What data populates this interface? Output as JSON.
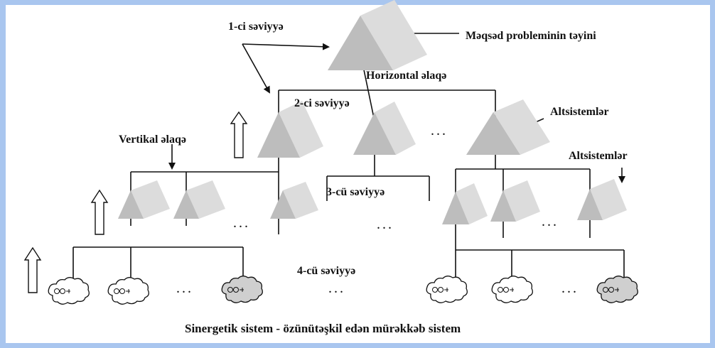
{
  "labels": {
    "level1": "1-ci səviyyə",
    "goal": "Məqsəd probleminin təyini",
    "horizontal": "Horizontal əlaqə",
    "level2": "2-ci səviyyə",
    "subsystems_top": "Altsistemlər",
    "vertical": "Vertikal əlaqə",
    "subsystems_mid": "Altsistemlər",
    "level3": "3-cü səviyyə",
    "level4": "4-cü səviyyə",
    "caption": "Sinergetik sistem - özünütəşkil edən mürəkkəb sistem"
  },
  "ellipsis": "...",
  "colors": {
    "frame": "#a9c6ef",
    "prism_front": "#bdbdbd",
    "prism_side": "#dcdcdc",
    "prism_top": "#ededed",
    "cloud_fill": "#ffffff",
    "cloud_dark_fill": "#cfcfcf",
    "line": "#111111"
  }
}
